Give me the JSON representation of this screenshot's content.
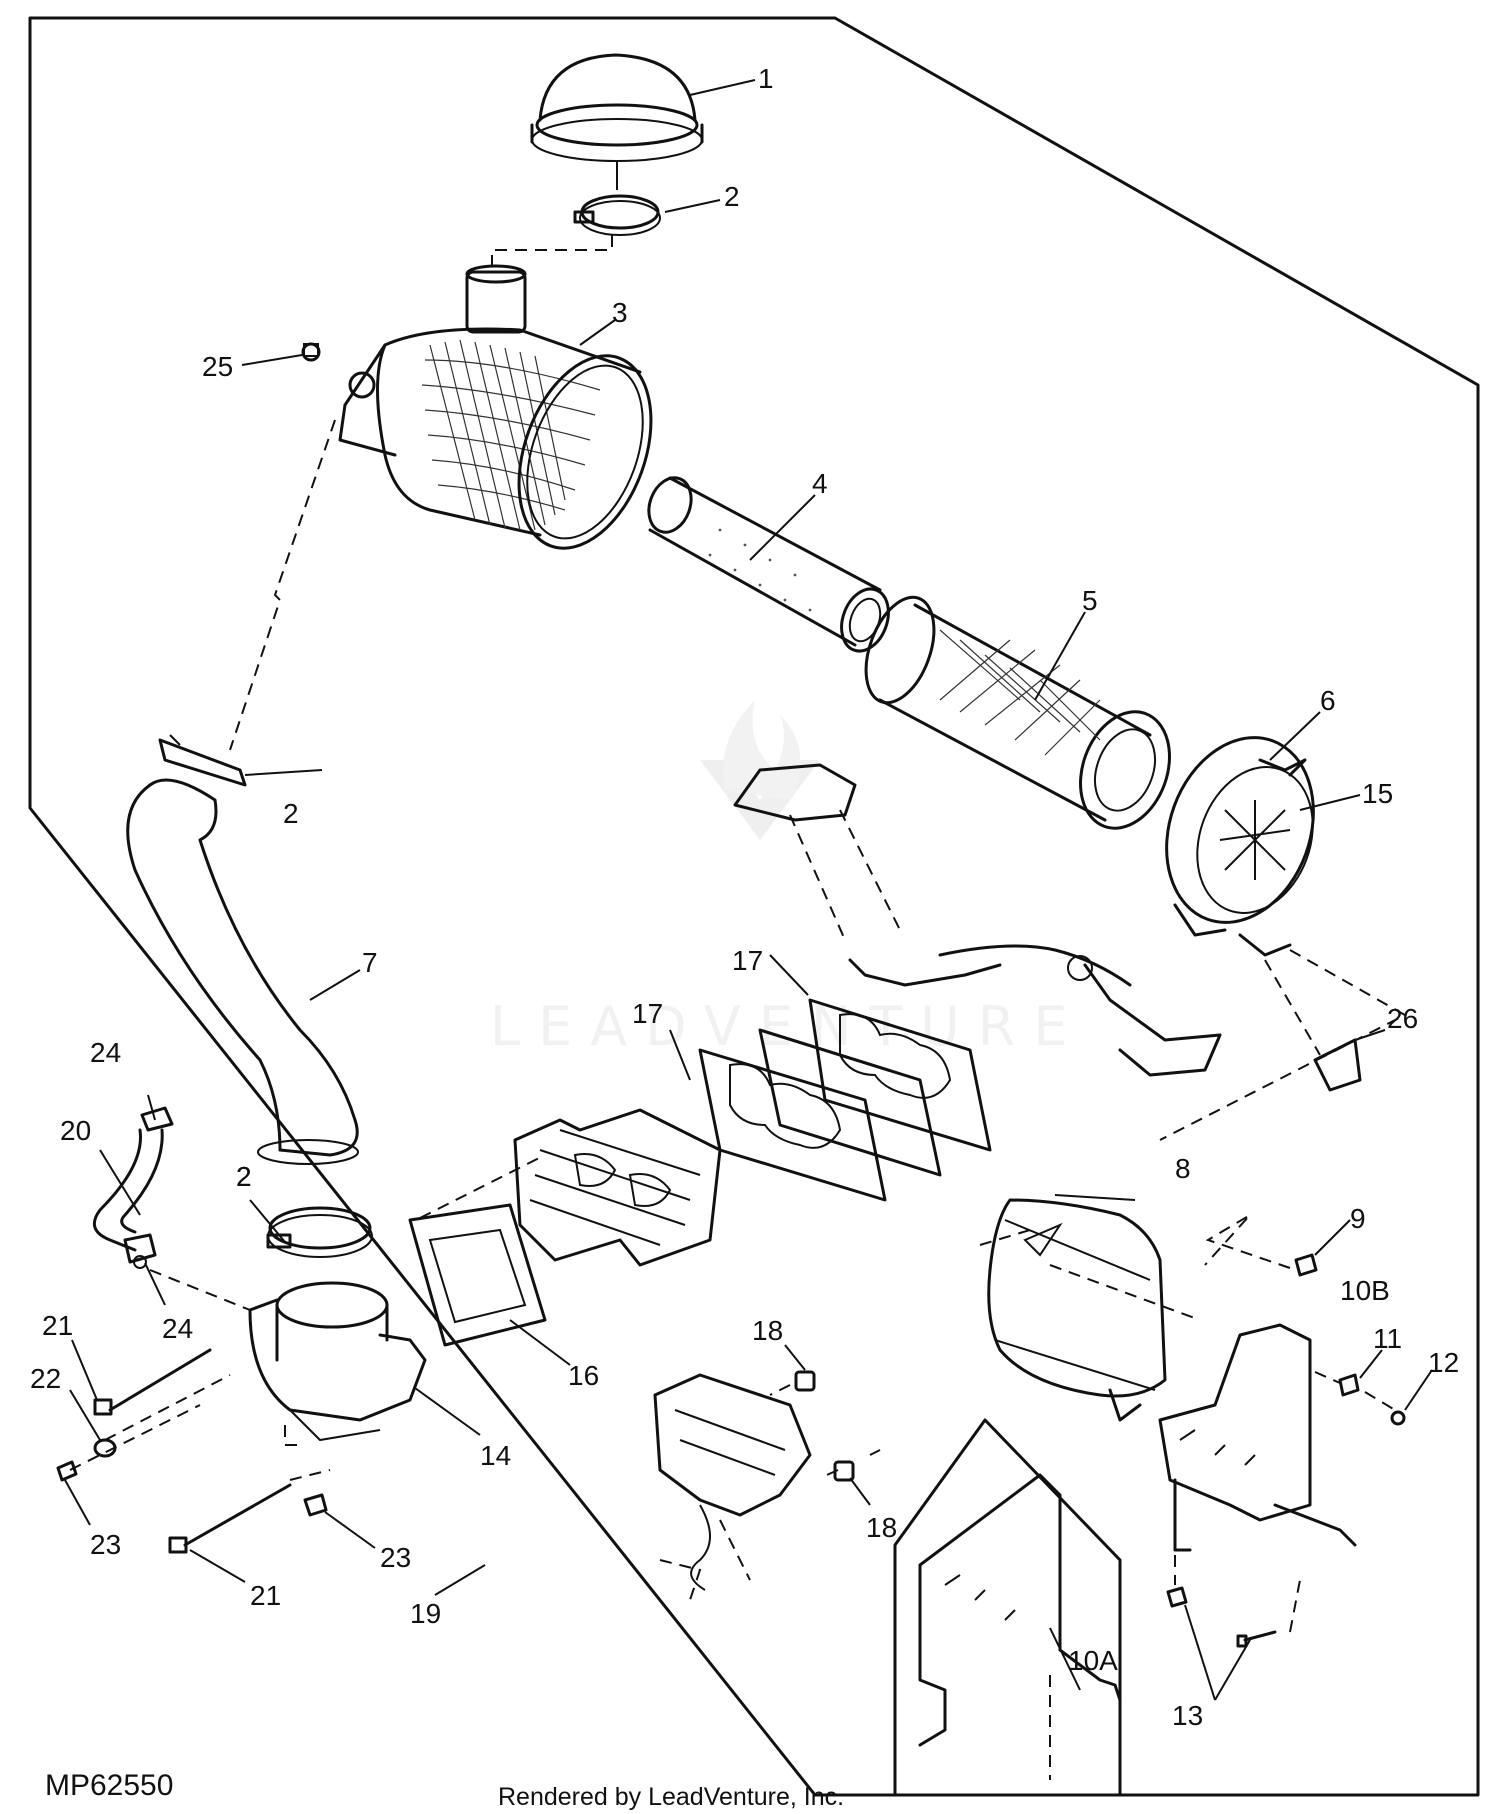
{
  "drawing_code": "MP62550",
  "credit": "Rendered by LeadVenture, Inc.",
  "watermark": "LEADVENTURE",
  "callouts": [
    "1",
    "2",
    "2",
    "25",
    "3",
    "4",
    "5",
    "6",
    "15",
    "2",
    "17",
    "17",
    "26",
    "7",
    "24",
    "20",
    "2",
    "24",
    "8",
    "9",
    "10B",
    "11",
    "12",
    "21",
    "22",
    "14",
    "16",
    "18",
    "18",
    "23",
    "23",
    "21",
    "19",
    "10A",
    "13"
  ]
}
